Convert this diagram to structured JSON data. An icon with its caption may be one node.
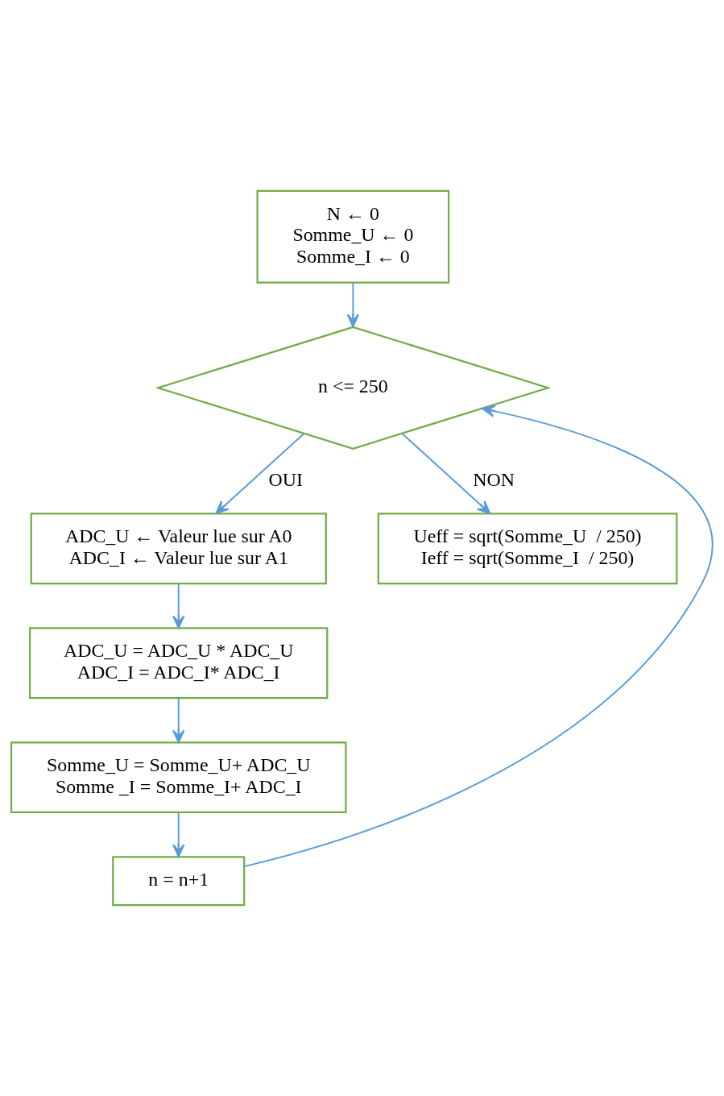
{
  "diagram": {
    "nodes": [
      {
        "text": [
          "N ← 0",
          "Somme_U ← 0",
          "Somme_I ← 0"
        ]
      },
      {
        "text": [
          "n <= 250"
        ]
      },
      {
        "text": [
          "ADC_U ← Valeur lue sur A0",
          "ADC_I ← Valeur lue sur A1"
        ]
      },
      {
        "text": [
          "ADC_U = ADC_U * ADC_U",
          "ADC_I = ADC_I* ADC_I"
        ]
      },
      {
        "text": [
          "Somme_U = Somme_U+ ADC_U",
          "Somme _I = Somme_I+ ADC_I"
        ]
      },
      {
        "text": [
          "n = n+1"
        ]
      },
      {
        "text": [
          "Ueff = sqrt(Somme_U  / 250)",
          "Ieff = sqrt(Somme_I  / 250)"
        ]
      }
    ],
    "edges": [
      {
        "from": 0,
        "to": 1,
        "arrow": "to"
      },
      {
        "from": 1,
        "to": 2,
        "arrow": "to",
        "label": "OUI"
      },
      {
        "from": 2,
        "to": 3,
        "arrow": "to"
      },
      {
        "from": 3,
        "to": 4,
        "arrow": "to"
      },
      {
        "from": 4,
        "to": 5,
        "arrow": "to"
      },
      {
        "from": 5,
        "to": 1,
        "arrow": "to"
      },
      {
        "from": 1,
        "to": 6,
        "arrow": "to",
        "label": "NON"
      }
    ]
  }
}
